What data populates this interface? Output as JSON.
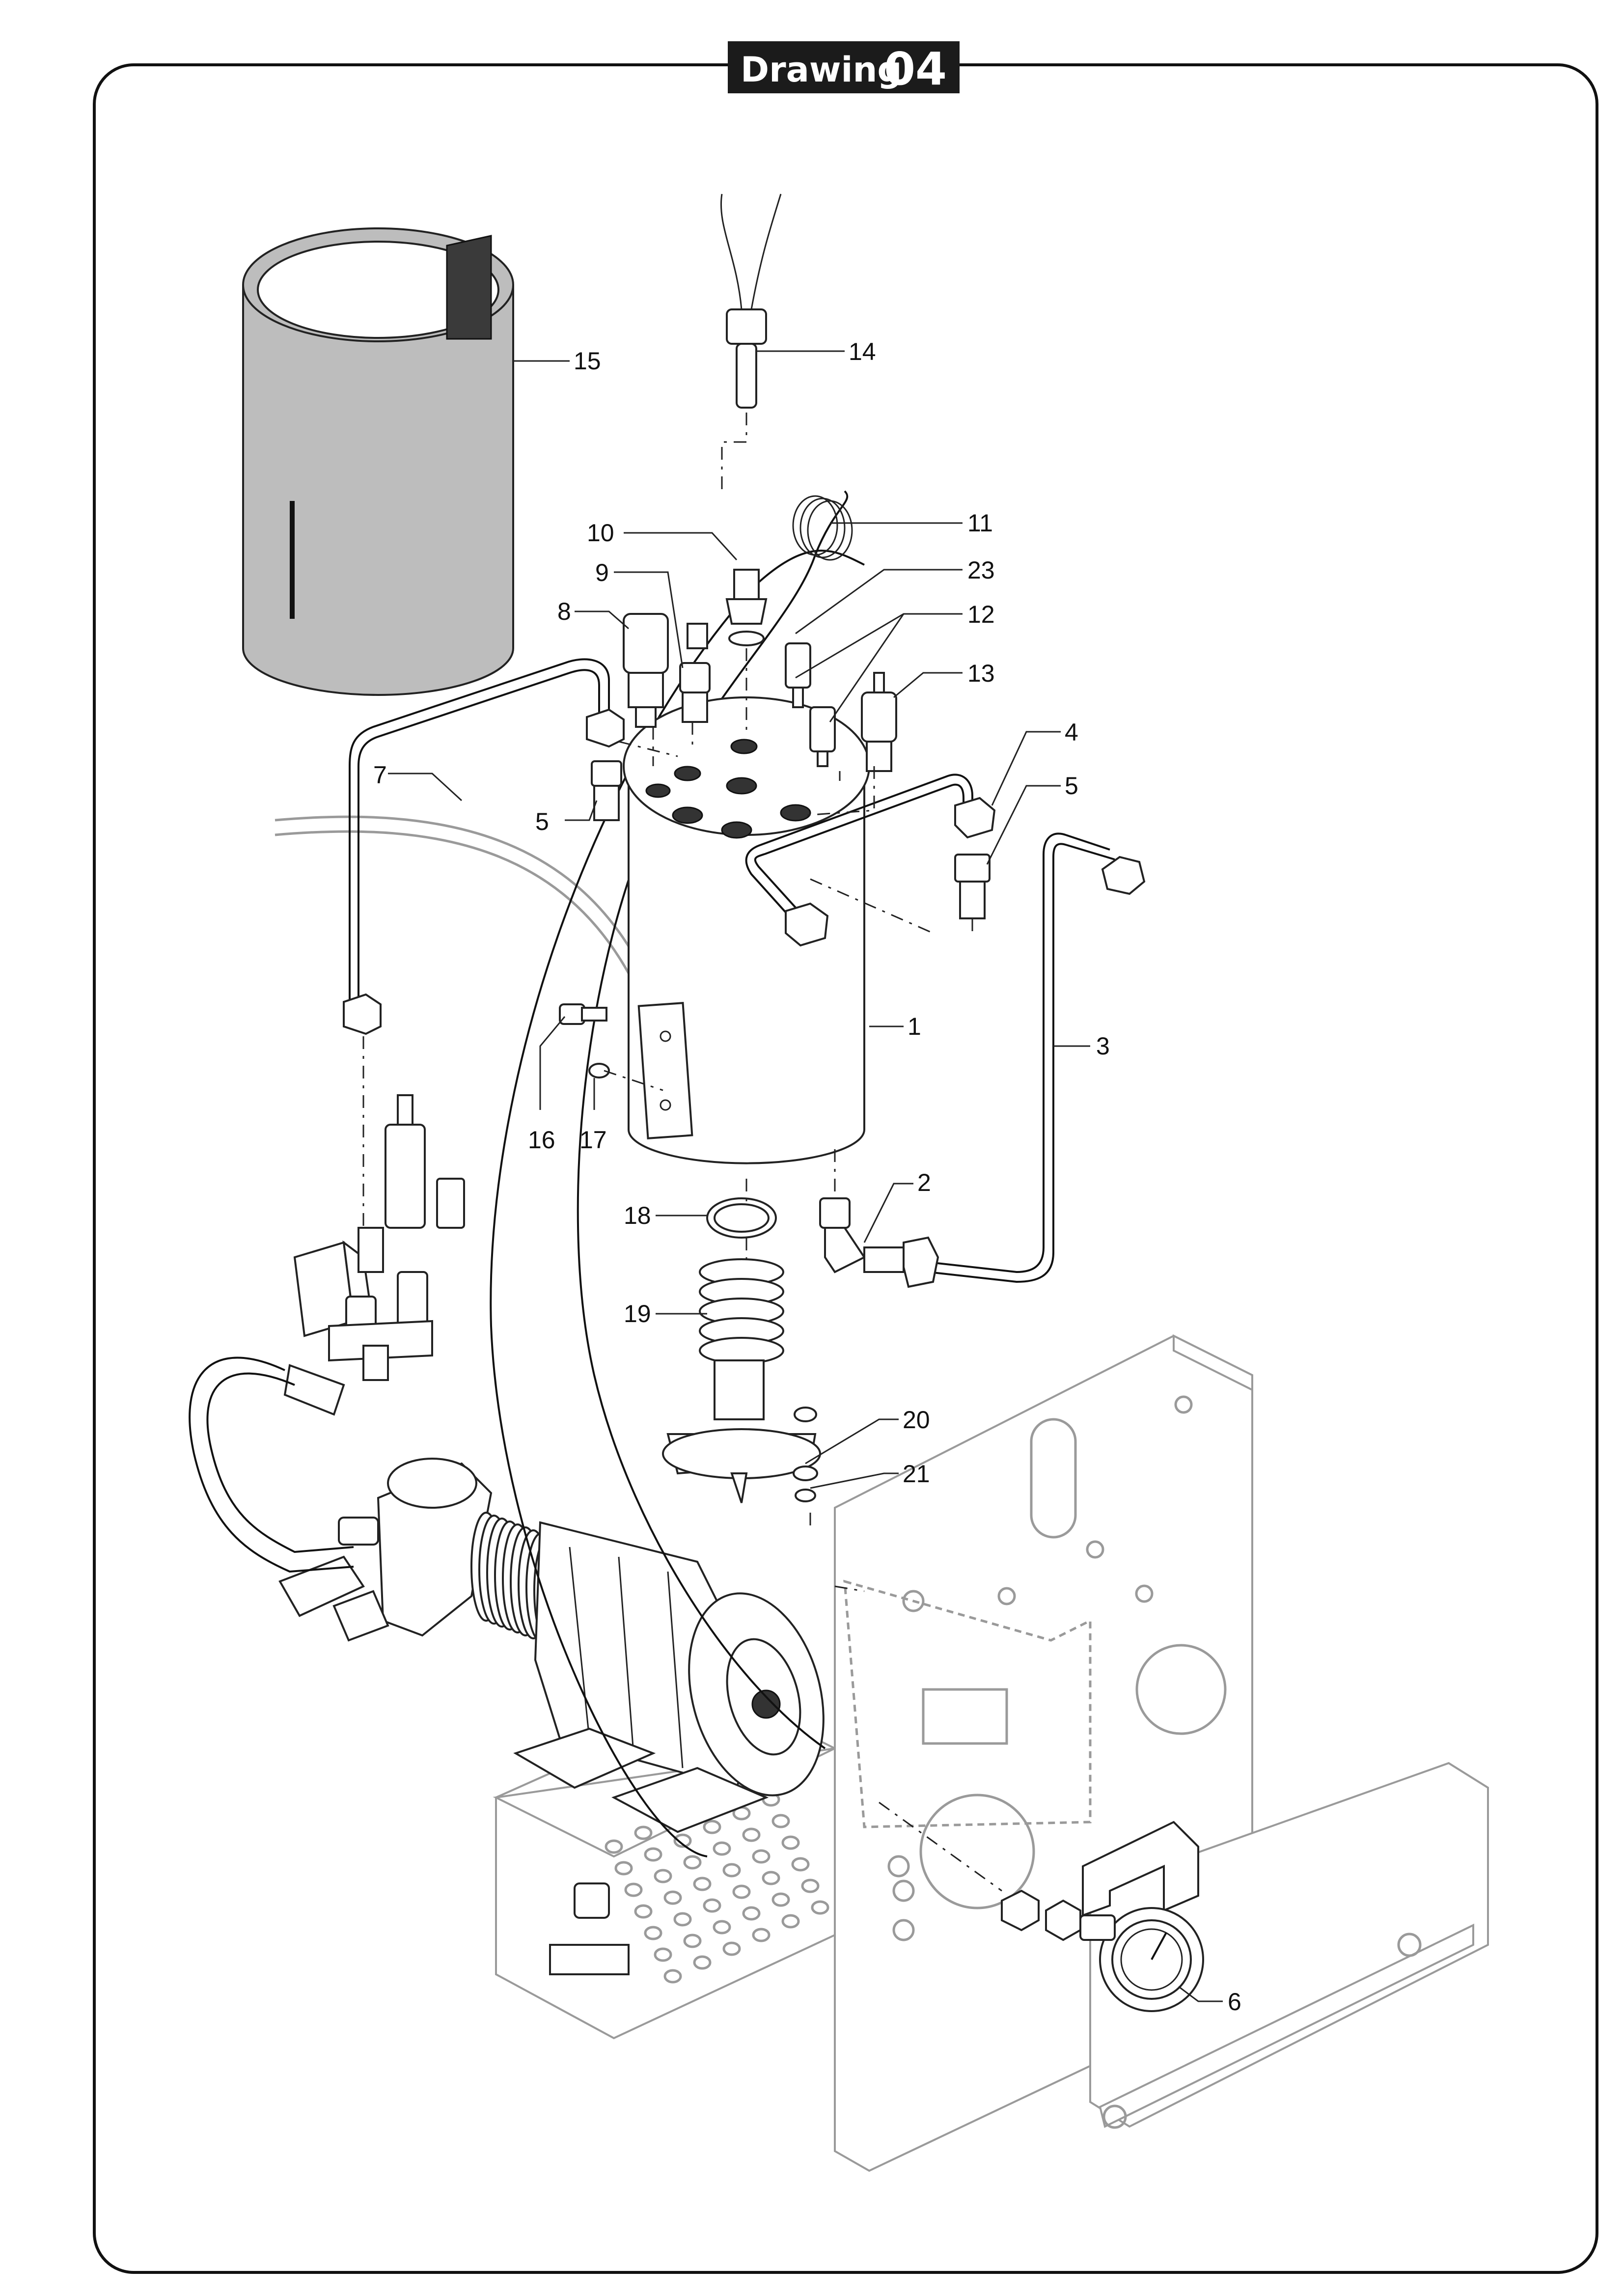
{
  "title": {
    "word": "Drawing",
    "number": "04"
  },
  "callouts": [
    "1",
    "2",
    "3",
    "4",
    "5",
    "5",
    "6",
    "7",
    "8",
    "9",
    "10",
    "11",
    "12",
    "13",
    "14",
    "15",
    "16",
    "17",
    "18",
    "19",
    "20",
    "21",
    "23"
  ]
}
